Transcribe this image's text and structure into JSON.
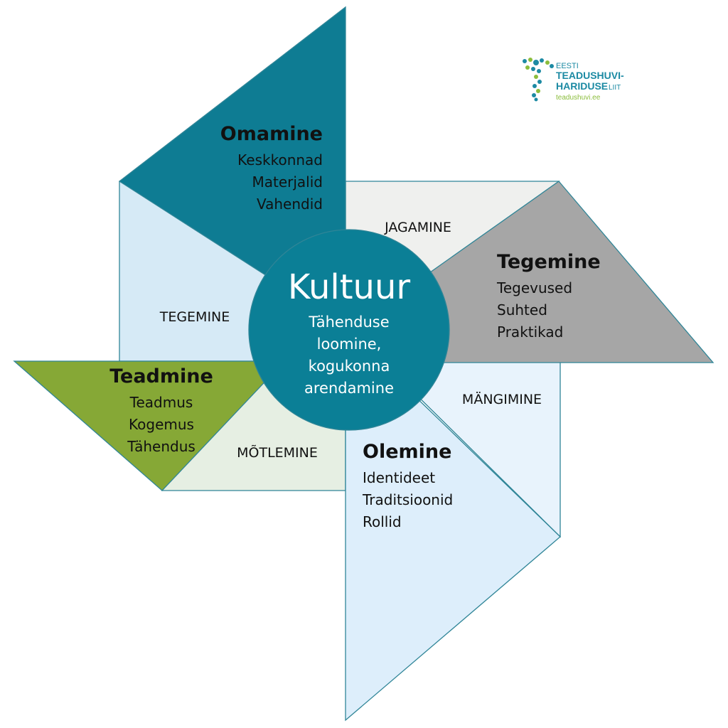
{
  "center": {
    "title": "Kultuur",
    "lines": [
      "Tähenduse",
      "loomine,",
      "kogukonna",
      "arendamine"
    ]
  },
  "blades": {
    "omamine": {
      "title": "Omamine",
      "items": [
        "Keskkonnad",
        "Materjalid",
        "Vahendid"
      ]
    },
    "tegemine": {
      "title": "Tegemine",
      "items": [
        "Tegevused",
        "Suhted",
        "Praktikad"
      ]
    },
    "olemine": {
      "title": "Olemine",
      "items": [
        "Identideet",
        "Traditsioonid",
        "Rollid"
      ]
    },
    "teadmine": {
      "title": "Teadmine",
      "items": [
        "Teadmus",
        "Kogemus",
        "Tähendus"
      ]
    }
  },
  "processes": {
    "jagamine": "JAGAMINE",
    "mangimine": "MÄNGIMINE",
    "motlemine": "MÕTLEMINE",
    "tegemine": "TEGEMINE"
  },
  "logo": {
    "line1": "EESTI",
    "line2": "TEADUSHUVI-",
    "line3": "HARIDUSE",
    "line3b": "LIIT",
    "url": "teadushuvi.ee"
  },
  "colors": {
    "teal": "#0b7f96",
    "gray": "#a6a6a6",
    "green": "#86a836",
    "light_blue": "#d6eaf6"
  }
}
